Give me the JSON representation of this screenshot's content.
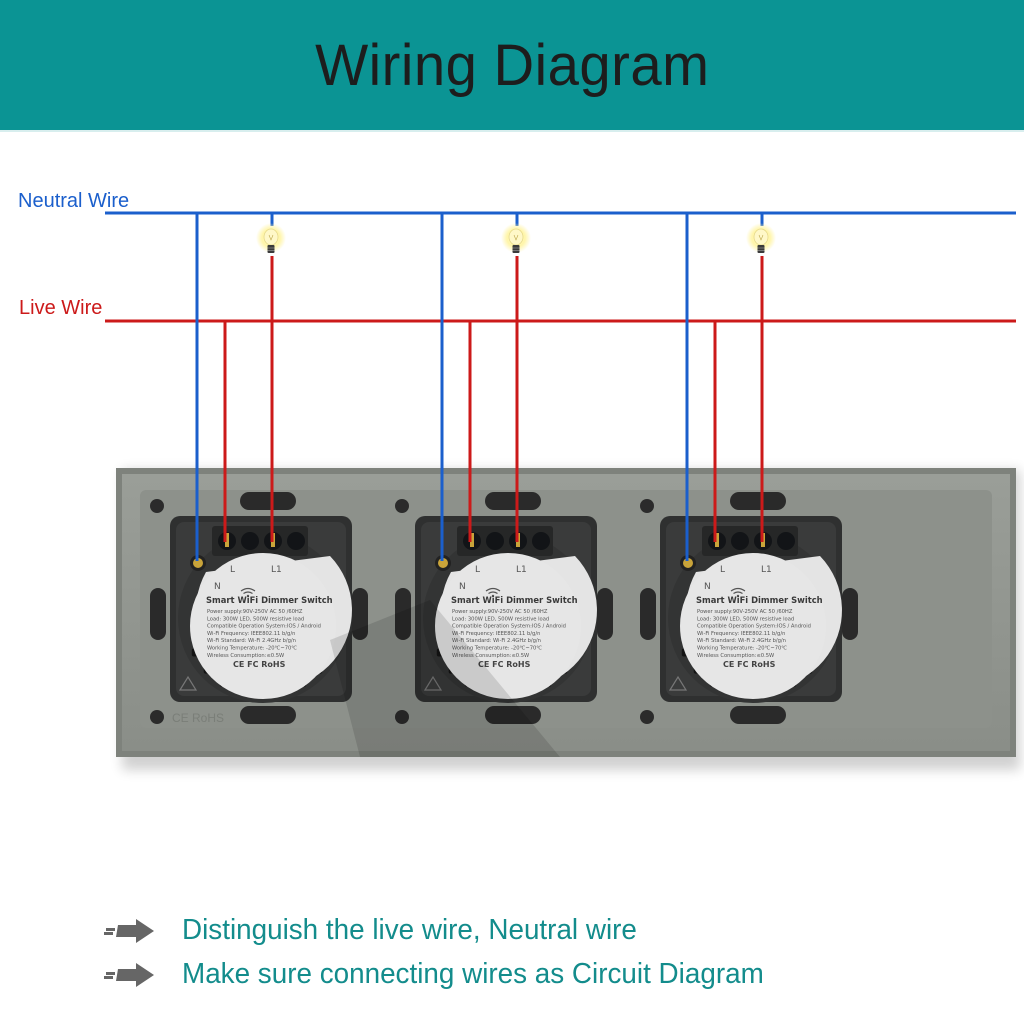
{
  "header": {
    "title": "Wiring Diagram"
  },
  "labels": {
    "neutral_wire": "Neutral Wire",
    "live_wire": "Live Wire"
  },
  "colors": {
    "header_bg": "#0b9494",
    "neutral": "#1b5fcc",
    "live": "#cc1a1a",
    "note_text": "#138c8c",
    "panel": "#8e928c"
  },
  "modules": [
    {
      "terminals": {
        "neutral": "N",
        "live": "L",
        "load": "L1"
      },
      "label": {
        "title": "Smart WiFi Dimmer Switch",
        "specs": [
          "Power supply:90V-250V AC  50 /60HZ",
          "Load: 300W LED, 500W resistive load",
          "Compatible Operation System:IOS / Android",
          "Wi-Fi Frequency: IEEE802.11 b/g/n",
          "Wi-Fi Standard: Wi-Fi 2.4GHz b/g/n",
          "Working Temperature: -20℃~70℃",
          "Wireless Consumption:≤0.5W"
        ],
        "certs": "CE FC RoHS"
      }
    },
    {
      "terminals": {
        "neutral": "N",
        "live": "L",
        "load": "L1"
      },
      "label": {
        "title": "Smart WiFi Dimmer Switch",
        "specs": [
          "Power supply:90V-250V AC  50 /60HZ",
          "Load: 300W LED, 500W resistive load",
          "Compatible Operation System:IOS / Android",
          "Wi-Fi Frequency: IEEE802.11 b/g/n",
          "Wi-Fi Standard: Wi-Fi 2.4GHz b/g/n",
          "Working Temperature: -20℃~70℃",
          "Wireless Consumption:≤0.5W"
        ],
        "certs": "CE FC RoHS"
      }
    },
    {
      "terminals": {
        "neutral": "N",
        "live": "L",
        "load": "L1"
      },
      "label": {
        "title": "Smart WiFi Dimmer Switch",
        "specs": [
          "Power supply:90V-250V AC  50 /60HZ",
          "Load: 300W LED, 500W resistive load",
          "Compatible Operation System:IOS / Android",
          "Wi-Fi Frequency: IEEE802.11 b/g/n",
          "Wi-Fi Standard: Wi-Fi 2.4GHz b/g/n",
          "Working Temperature: -20℃~70℃",
          "Wireless Consumption:≤0.5W"
        ],
        "certs": "CE FC RoHS"
      }
    }
  ],
  "panel_mark": "CE RoHS",
  "notes": [
    {
      "icon": "arrow-right-icon",
      "text": "Distinguish the live wire, Neutral wire"
    },
    {
      "icon": "arrow-right-icon",
      "text": "Make sure connecting wires as Circuit Diagram"
    }
  ]
}
